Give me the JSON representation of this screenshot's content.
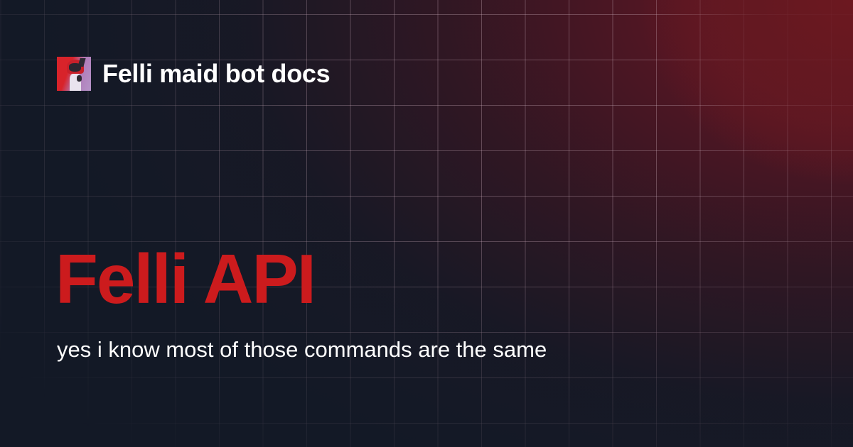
{
  "header": {
    "site_name": "Felli maid bot docs",
    "logo_icon": "felli-avatar-icon"
  },
  "page": {
    "title": "Felli API",
    "description": "yes i know most of those commands are the same"
  },
  "colors": {
    "background": "#131926",
    "accent_glow": "#6b1820",
    "title": "#cc1b1d",
    "text": "#ffffff",
    "grid_line": "#c8aab9"
  }
}
